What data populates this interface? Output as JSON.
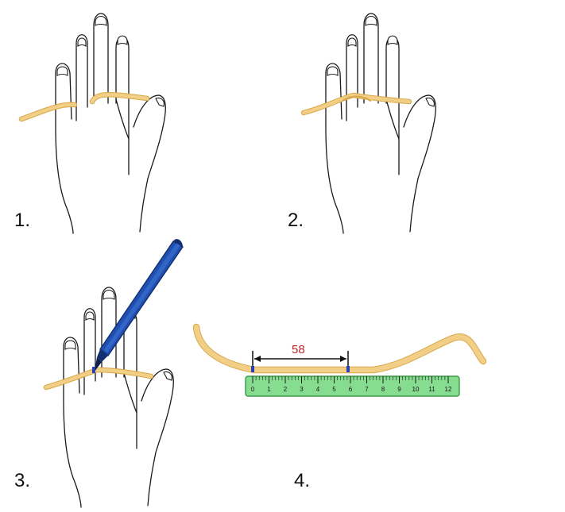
{
  "steps": [
    {
      "label": "1."
    },
    {
      "label": "2."
    },
    {
      "label": "3."
    },
    {
      "label": "4."
    }
  ],
  "measurement": {
    "value": "58"
  },
  "ruler": {
    "ticks": [
      "0",
      "1",
      "2",
      "3",
      "4",
      "5",
      "6",
      "7",
      "8",
      "9",
      "10",
      "11",
      "12"
    ],
    "marked_from": 0,
    "marked_to": 6
  },
  "colors": {
    "strip_fill": "#f2cf86",
    "strip_edge": "#d8a84a",
    "ruler": "#86dc8f",
    "ruler_edge": "#3f9a4a",
    "pen_body": "#1f4fb0",
    "pen_dark": "#12306f",
    "measure_text": "#c0262a",
    "mark": "#2a3fb5"
  },
  "icons": {
    "hand": "hand-outline-icon",
    "pen": "marker-pen-icon",
    "ruler": "ruler-icon"
  }
}
